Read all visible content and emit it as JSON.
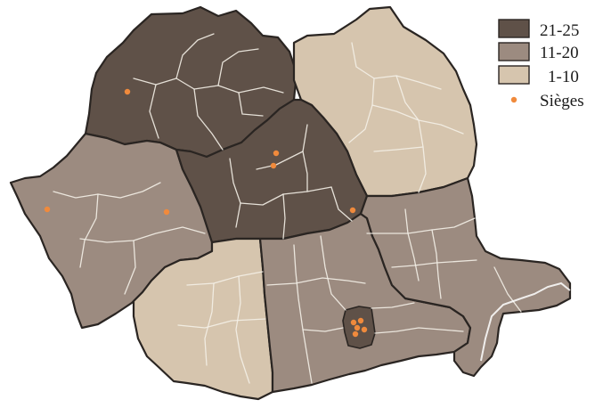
{
  "legend": {
    "items": [
      {
        "label": "21-25",
        "color": "#5f5148"
      },
      {
        "label": "11-20",
        "color": "#9c8b80"
      },
      {
        "label": "1-10",
        "color": "#d6c5ae"
      }
    ],
    "seat_label": "Sièges",
    "seat_color": "#f08a3c"
  }
}
